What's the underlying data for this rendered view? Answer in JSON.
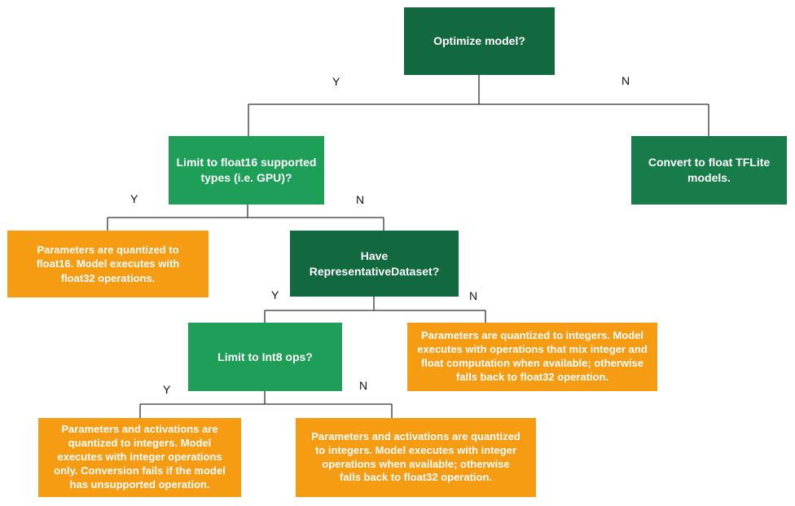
{
  "nodes": {
    "optimize": "Optimize model?",
    "float16_limit": "Limit to float16 supported types (i.e. GPU)?",
    "convert_float": "Convert to float TFLite models.",
    "float16_result": "Parameters are quantized to float16. Model executes with float32 operations.",
    "representative": "Have RepresentativeDataset?",
    "int8_limit": "Limit to Int8 ops?",
    "mixed_result": "Parameters are quantized to integers. Model executes with operations that mix integer and float computation when available; otherwise falls back to float32 operation.",
    "int_only_result": "Parameters and activations are quantized to integers. Model executes with integer operations only. Conversion fails if the model has unsupported operation.",
    "int_fallback_result": "Parameters and activations are quantized to integers. Model executes with integer operations when available; otherwise falls back to float32 operation."
  },
  "labels": {
    "yes": "Y",
    "no": "N"
  },
  "colors": {
    "decision_dark": "#12683f",
    "decision_mid": "#177c49",
    "decision_light": "#1e9f57",
    "outcome": "#f59c13",
    "connector": "#333333"
  }
}
